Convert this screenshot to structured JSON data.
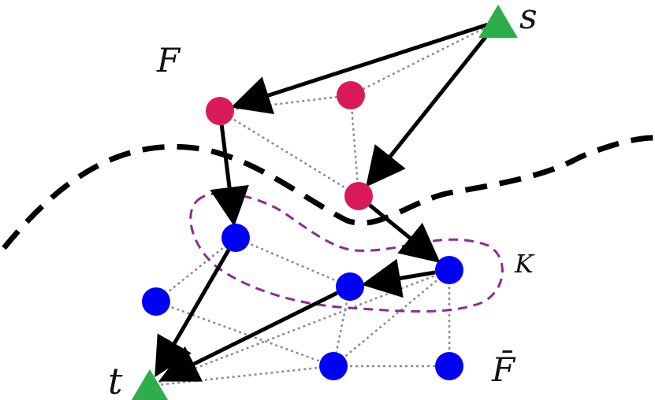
{
  "colors": {
    "red_node": "#D81B58",
    "blue_node": "#0000F5",
    "green_node": "#2EAE4B",
    "arrow": "#000000",
    "dotted_edge": "#8A8A8A",
    "dashed_cut": "#000000",
    "dashed_cluster": "#8E2A93"
  },
  "labels": {
    "source": "s",
    "target": "t",
    "red_set": "F",
    "blue_set": "F̄",
    "cluster": "K"
  },
  "nodes": [
    {
      "id": "s",
      "kind": "source-triangle",
      "color": "green"
    },
    {
      "id": "t",
      "kind": "target-triangle",
      "color": "green"
    },
    {
      "id": "r1",
      "kind": "circle",
      "color": "red"
    },
    {
      "id": "r2",
      "kind": "circle",
      "color": "red"
    },
    {
      "id": "r3",
      "kind": "circle",
      "color": "red"
    },
    {
      "id": "b1",
      "kind": "circle",
      "color": "blue"
    },
    {
      "id": "b2",
      "kind": "circle",
      "color": "blue"
    },
    {
      "id": "b3",
      "kind": "circle",
      "color": "blue"
    },
    {
      "id": "b4",
      "kind": "circle",
      "color": "blue"
    },
    {
      "id": "b5",
      "kind": "circle",
      "color": "blue"
    },
    {
      "id": "b6",
      "kind": "circle",
      "color": "blue"
    }
  ],
  "arrows": [
    [
      "s",
      "r1"
    ],
    [
      "s",
      "r3"
    ],
    [
      "r1",
      "b1"
    ],
    [
      "r3",
      "b3"
    ],
    [
      "b3",
      "b2"
    ],
    [
      "b1",
      "t"
    ],
    [
      "b2",
      "t"
    ]
  ],
  "dotted_edges": [
    [
      "s",
      "r2"
    ],
    [
      "r1",
      "r2"
    ],
    [
      "r1",
      "r3"
    ],
    [
      "r2",
      "r3"
    ],
    [
      "b1",
      "b2"
    ],
    [
      "b1",
      "b4"
    ],
    [
      "b4",
      "b5"
    ],
    [
      "b2",
      "b5"
    ],
    [
      "b3",
      "b5"
    ],
    [
      "b3",
      "b6"
    ],
    [
      "b5",
      "b6"
    ],
    [
      "b2",
      "t"
    ],
    [
      "b3",
      "t"
    ],
    [
      "b5",
      "t"
    ]
  ]
}
